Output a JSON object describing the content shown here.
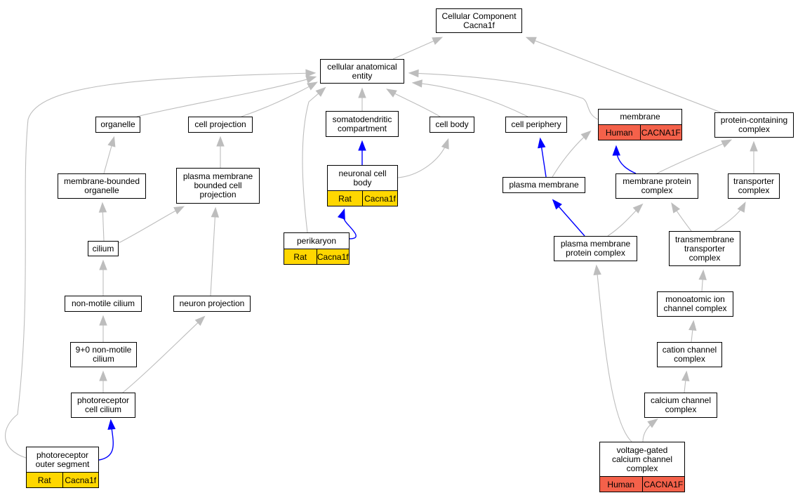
{
  "colors": {
    "gray_edge": "#bdbdbd",
    "blue_edge": "#0000ff",
    "rat_fill": "#ffd700",
    "human_fill": "#f4614a"
  },
  "nodes": {
    "root": {
      "label": "Cellular Component\nCacna1f"
    },
    "cae": {
      "label": "cellular anatomical\nentity"
    },
    "organelle": {
      "label": "organelle"
    },
    "cellproj": {
      "label": "cell projection"
    },
    "somato": {
      "label": "somatodendritic\ncompartment"
    },
    "cellbody": {
      "label": "cell body"
    },
    "periphery": {
      "label": "cell periphery"
    },
    "membrane": {
      "label": "membrane",
      "species": "Human",
      "gene": "CACNA1F"
    },
    "pcc": {
      "label": "protein-containing\ncomplex"
    },
    "mbo": {
      "label": "membrane-bounded\norganelle"
    },
    "pmbcp": {
      "label": "plasma membrane\nbounded cell\nprojection"
    },
    "ncb": {
      "label": "neuronal cell\nbody",
      "species": "Rat",
      "gene": "Cacna1f"
    },
    "pm": {
      "label": "plasma membrane"
    },
    "mpc": {
      "label": "membrane protein\ncomplex"
    },
    "transporter": {
      "label": "transporter\ncomplex"
    },
    "cilium": {
      "label": "cilium"
    },
    "perikaryon": {
      "label": "perikaryon",
      "species": "Rat",
      "gene": "Cacna1f"
    },
    "pmpc": {
      "label": "plasma membrane\nprotein complex"
    },
    "ttc": {
      "label": "transmembrane\ntransporter\ncomplex"
    },
    "nmc": {
      "label": "non-motile cilium"
    },
    "neuronproj": {
      "label": "neuron projection"
    },
    "maicc": {
      "label": "monoatomic ion\nchannel complex"
    },
    "ninec": {
      "label": "9+0 non-motile\ncilium"
    },
    "ccc": {
      "label": "cation channel\ncomplex"
    },
    "prcc": {
      "label": "photoreceptor\ncell cilium"
    },
    "cacc": {
      "label": "calcium channel\ncomplex"
    },
    "pos": {
      "label": "photoreceptor\nouter segment",
      "species": "Rat",
      "gene": "Cacna1f"
    },
    "vgcc": {
      "label": "voltage-gated\ncalcium channel\ncomplex",
      "species": "Human",
      "gene": "CACNA1F"
    }
  },
  "edges": [
    {
      "from": "cae",
      "to": "root",
      "color": "gray"
    },
    {
      "from": "pcc",
      "to": "root",
      "color": "gray"
    },
    {
      "from": "organelle",
      "to": "cae",
      "color": "gray"
    },
    {
      "from": "cellproj",
      "to": "cae",
      "color": "gray"
    },
    {
      "from": "perikaryon",
      "to": "cae",
      "color": "gray"
    },
    {
      "from": "somato",
      "to": "cae",
      "color": "gray"
    },
    {
      "from": "cellbody",
      "to": "cae",
      "color": "gray"
    },
    {
      "from": "periphery",
      "to": "cae",
      "color": "gray"
    },
    {
      "from": "membrane",
      "to": "cae",
      "color": "gray"
    },
    {
      "from": "pos",
      "to": "cae",
      "color": "gray"
    },
    {
      "from": "mbo",
      "to": "organelle",
      "color": "gray"
    },
    {
      "from": "pmbcp",
      "to": "cellproj",
      "color": "gray"
    },
    {
      "from": "ncb",
      "to": "somato",
      "color": "blue"
    },
    {
      "from": "ncb",
      "to": "cellbody",
      "color": "gray"
    },
    {
      "from": "pm",
      "to": "periphery",
      "color": "blue"
    },
    {
      "from": "pm",
      "to": "membrane",
      "color": "gray"
    },
    {
      "from": "mpc",
      "to": "membrane",
      "color": "blue"
    },
    {
      "from": "mpc",
      "to": "pcc",
      "color": "gray"
    },
    {
      "from": "transporter",
      "to": "pcc",
      "color": "gray"
    },
    {
      "from": "cilium",
      "to": "mbo",
      "color": "gray"
    },
    {
      "from": "cilium",
      "to": "pmbcp",
      "color": "gray"
    },
    {
      "from": "neuronproj",
      "to": "pmbcp",
      "color": "gray"
    },
    {
      "from": "perikaryon",
      "to": "ncb",
      "color": "blue"
    },
    {
      "from": "pmpc",
      "to": "pm",
      "color": "blue"
    },
    {
      "from": "pmpc",
      "to": "mpc",
      "color": "gray"
    },
    {
      "from": "ttc",
      "to": "mpc",
      "color": "gray"
    },
    {
      "from": "ttc",
      "to": "transporter",
      "color": "gray"
    },
    {
      "from": "nmc",
      "to": "cilium",
      "color": "gray"
    },
    {
      "from": "maicc",
      "to": "ttc",
      "color": "gray"
    },
    {
      "from": "ninec",
      "to": "nmc",
      "color": "gray"
    },
    {
      "from": "ccc",
      "to": "maicc",
      "color": "gray"
    },
    {
      "from": "prcc",
      "to": "ninec",
      "color": "gray"
    },
    {
      "from": "prcc",
      "to": "neuronproj",
      "color": "gray"
    },
    {
      "from": "cacc",
      "to": "ccc",
      "color": "gray"
    },
    {
      "from": "pos",
      "to": "prcc",
      "color": "blue"
    },
    {
      "from": "vgcc",
      "to": "cacc",
      "color": "gray"
    },
    {
      "from": "vgcc",
      "to": "pmpc",
      "color": "gray"
    }
  ]
}
